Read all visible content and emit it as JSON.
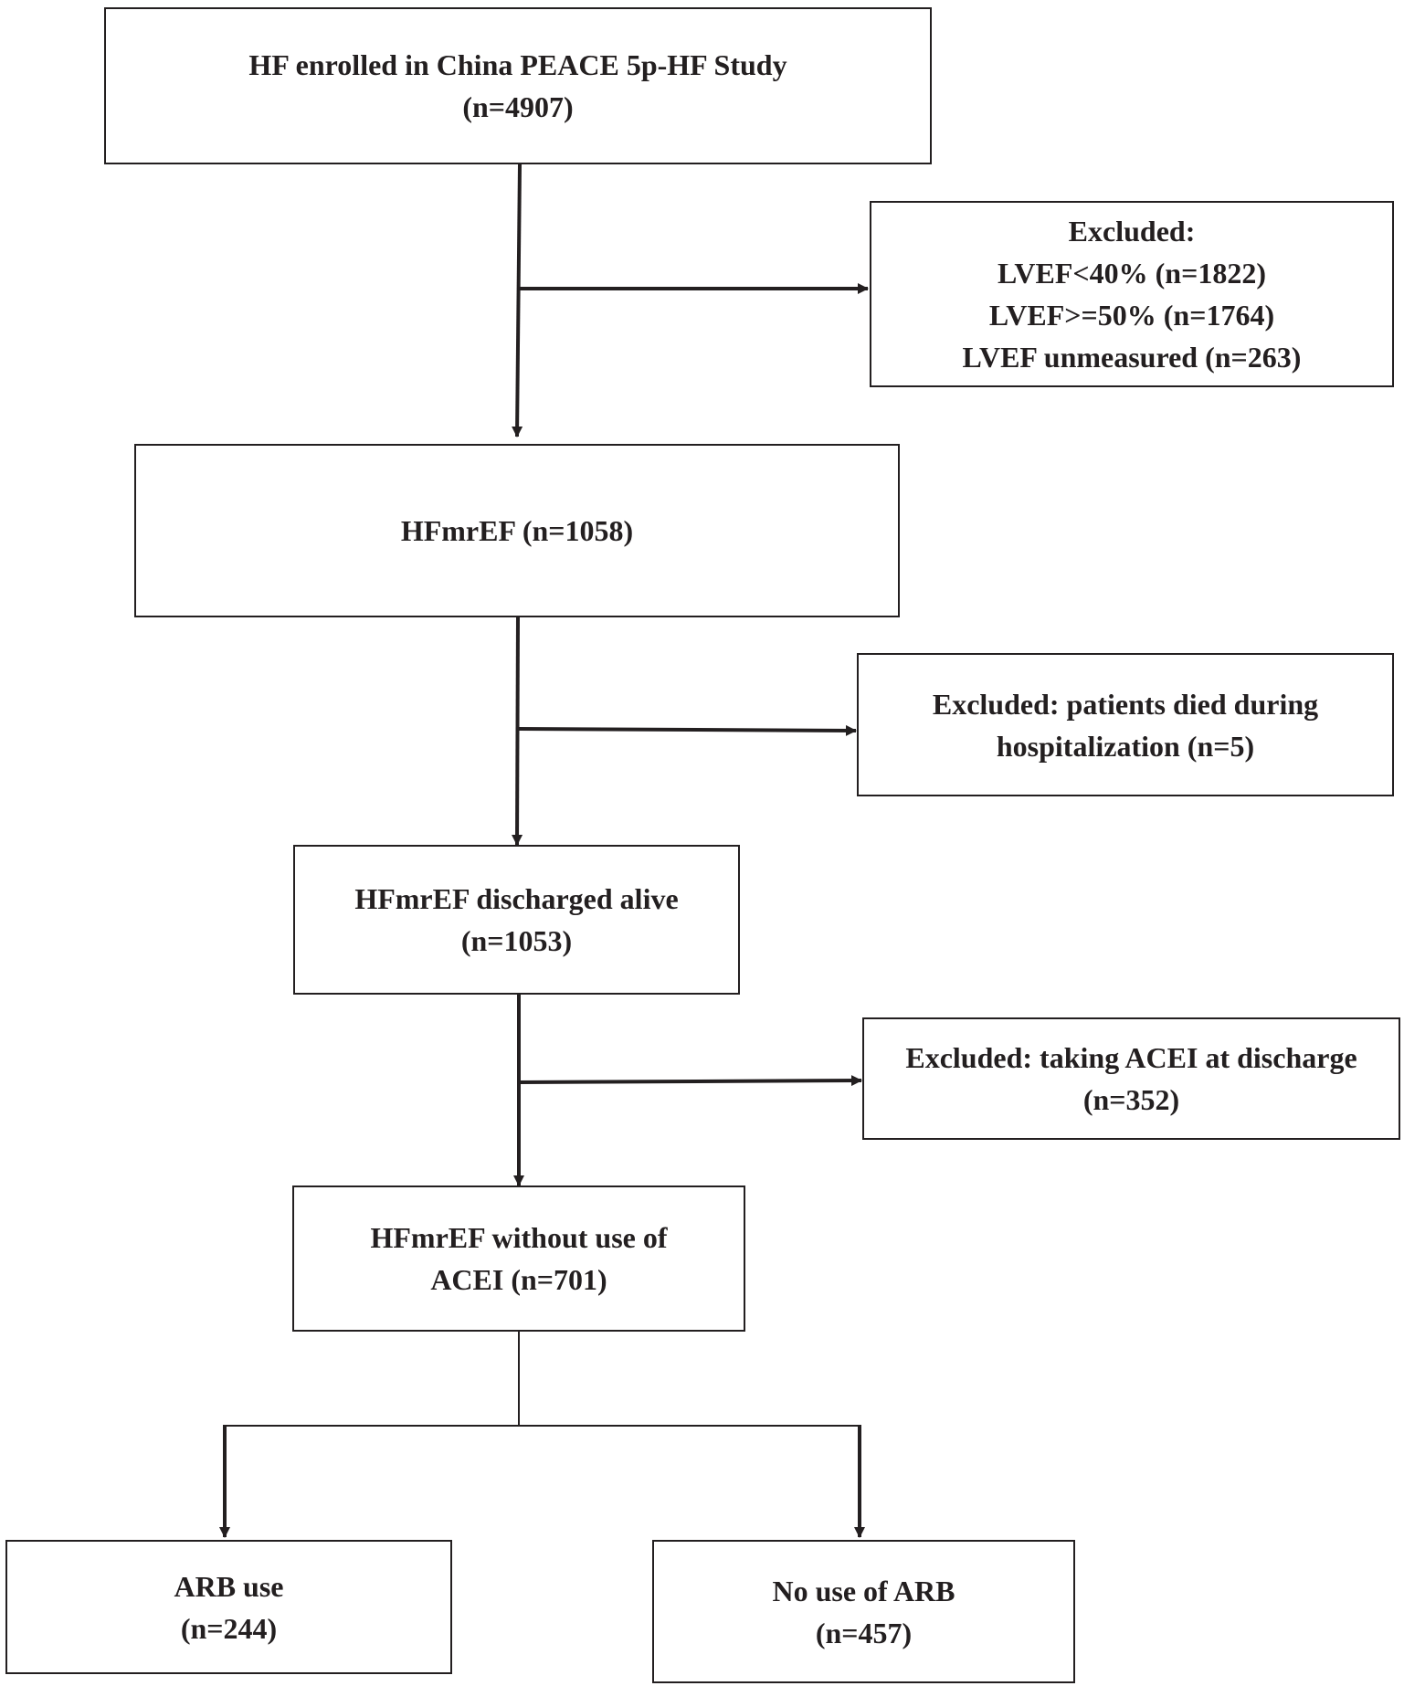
{
  "colors": {
    "line": "#231f20",
    "background": "#ffffff",
    "text": "#231f20"
  },
  "nodes": {
    "enrolled": {
      "lines": [
        "HF enrolled in China PEACE 5p-HF Study",
        "(n=4907)"
      ]
    },
    "excluded_lvef": {
      "lines": [
        "Excluded:",
        "LVEF<40% (n=1822)",
        "LVEF>=50% (n=1764)",
        "LVEF unmeasured (n=263)"
      ]
    },
    "hfmref": {
      "lines": [
        "HFmrEF (n=1058)"
      ]
    },
    "excluded_died": {
      "lines": [
        "Excluded: patients died during",
        "hospitalization (n=5)"
      ]
    },
    "discharged": {
      "lines": [
        "HFmrEF discharged alive",
        "(n=1053)"
      ]
    },
    "excluded_acei": {
      "lines": [
        "Excluded: taking ACEI at discharge",
        "(n=352)"
      ]
    },
    "without_acei": {
      "lines": [
        "HFmrEF without use of",
        "ACEI (n=701)"
      ]
    },
    "arb_use": {
      "lines": [
        "ARB use",
        "(n=244)"
      ]
    },
    "no_arb": {
      "lines": [
        "No use of ARB",
        "(n=457)"
      ]
    }
  }
}
